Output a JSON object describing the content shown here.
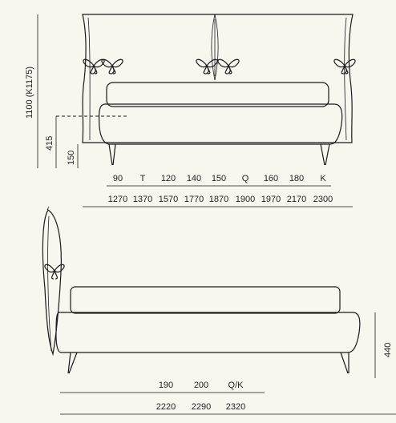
{
  "front_view": {
    "height_label": "1100 (K1175)",
    "seat_height_label": "415",
    "leg_height_label": "150",
    "size_codes": [
      "90",
      "T",
      "120",
      "140",
      "150",
      "Q",
      "160",
      "180",
      "K"
    ],
    "widths": [
      "1270",
      "1370",
      "1570",
      "1770",
      "1870",
      "1900",
      "1970",
      "2170",
      "2300"
    ]
  },
  "side_view": {
    "height_label": "440",
    "length_codes": [
      "190",
      "200",
      "Q/K"
    ],
    "lengths": [
      "2220",
      "2290",
      "2320"
    ]
  }
}
